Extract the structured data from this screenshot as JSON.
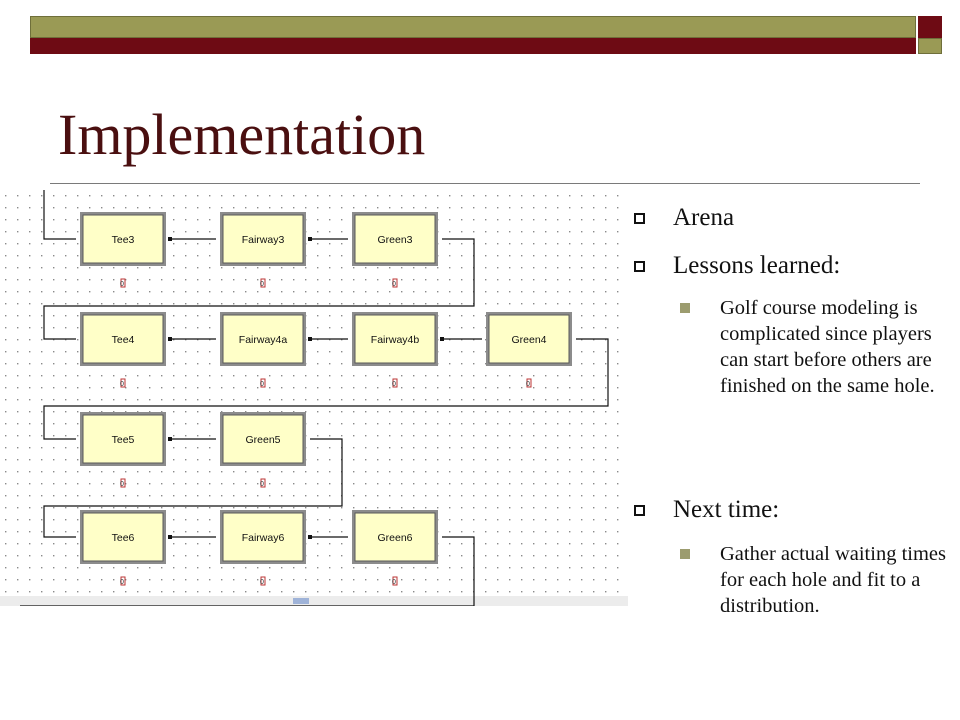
{
  "slide": {
    "title": "Implementation",
    "colors": {
      "title": "#4a0f10",
      "bar_olive": "#9a9a55",
      "bar_maroon": "#6e0b14",
      "module_fill": "#ffffc8",
      "bullet_square": "#9c9c6f"
    }
  },
  "diagram": {
    "rows": [
      [
        "Tee3",
        "Fairway3",
        "Green3"
      ],
      [
        "Tee4",
        "Fairway4a",
        "Fairway4b",
        "Green4"
      ],
      [
        "Tee5",
        "Green5"
      ],
      [
        "Tee6",
        "Fairway6",
        "Green6"
      ]
    ],
    "counter_value": "0"
  },
  "bullets": [
    {
      "text": "Arena",
      "sub": []
    },
    {
      "text": "Lessons  learned:",
      "sub": [
        "Golf course modeling is complicated since players can start before others are finished on the same hole."
      ]
    },
    {
      "text": "Next time:",
      "sub": [
        "Gather actual waiting times for each hole and fit to a distribution."
      ]
    }
  ]
}
